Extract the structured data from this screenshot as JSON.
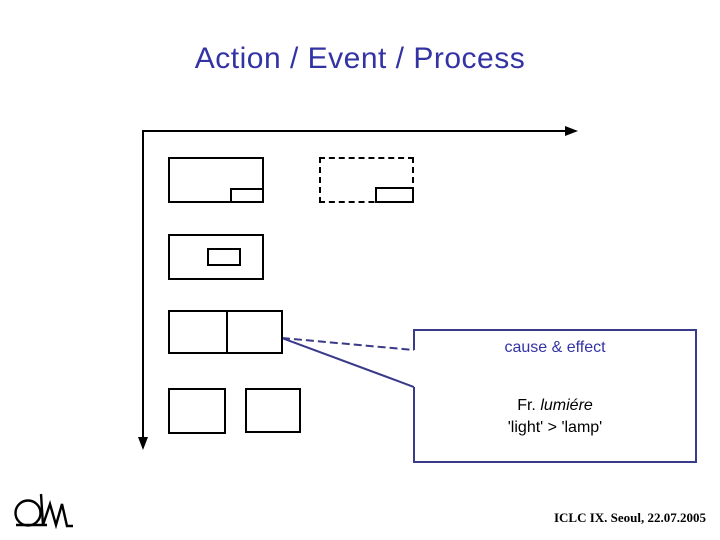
{
  "slide": {
    "title": "Action / Event / Process",
    "footer": "ICLC IX. Seoul, 22.07.2005"
  },
  "callout": {
    "heading": "cause & effect",
    "line1_prefix": "Fr.",
    "line1_italic": "lumiére",
    "line2": "'light' > 'lamp'"
  },
  "icons": {
    "logo": "qm-monogram",
    "axis_right": "arrow-right",
    "axis_down": "arrow-down"
  },
  "colors": {
    "title-blue": "#3333a6",
    "navy": "#3a3a8a",
    "ink": "#000000",
    "background": "#ffffff"
  }
}
